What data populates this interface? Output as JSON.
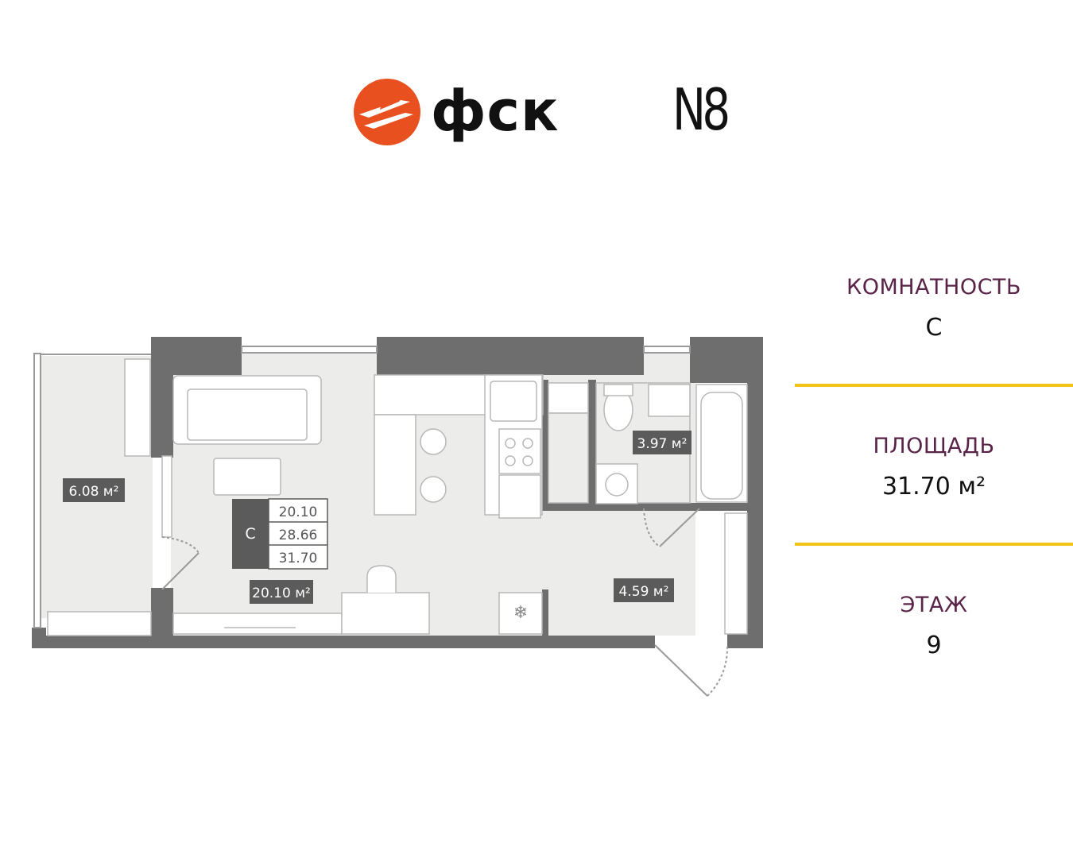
{
  "brand": {
    "name": "фск",
    "complex": "N8",
    "accent_color": "#e8501f"
  },
  "info": {
    "rooms_label": "КОМНАТНОСТЬ",
    "rooms_value": "С",
    "area_label": "ПЛОЩАДЬ",
    "area_value": "31.70 м²",
    "floor_label": "ЭТАЖ",
    "floor_value": "9"
  },
  "plan": {
    "rooms": {
      "balcony": "6.08 м²",
      "living": "20.10 м²",
      "bathroom": "3.97 м²",
      "hall": "4.59 м²"
    },
    "summary": {
      "type": "С",
      "living_area": "20.10",
      "total_no_balcony": "28.66",
      "total": "31.70"
    }
  },
  "colors": {
    "wall": "#6e6e6e",
    "floor": "#ececea",
    "label_bg": "#5b5b5b",
    "divider": "#f0c419",
    "heading": "#5a2348"
  }
}
